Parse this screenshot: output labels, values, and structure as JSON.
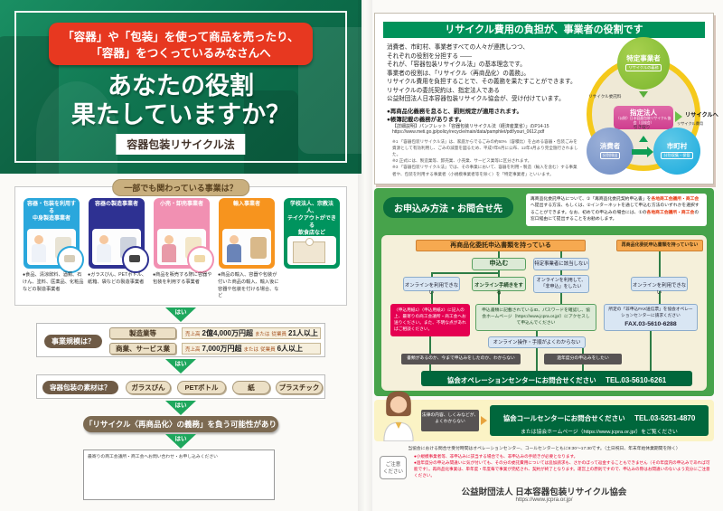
{
  "colors": {
    "hero_green": "#0d6e4b",
    "badge_red": "#e73820",
    "arrow_green": "#1ea75d",
    "panel_green": "#47a34b",
    "header_green": "#00925a",
    "deep_green": "#00673c",
    "crimson": "#e50051",
    "flow_orange": "#f6a950",
    "caution_red": "#e6002d",
    "card_colors": [
      "#2aa7dc",
      "#2e3192",
      "#f190b2",
      "#f7941e",
      "#00945e"
    ]
  },
  "left": {
    "yes_label": "はい",
    "hero": {
      "badge_line1": "「容器」や「包装」を使って商品を売ったり、",
      "badge_line2": "「容器」をつくっているみなさんへ",
      "title": "あなたの役割\n果たしていますか？",
      "law_label": "容器包装リサイクル法"
    },
    "business": {
      "title": "一部でも関わっている事業は？",
      "cards": [
        {
          "title": "容器・包装を利用する\n中身製造事業者",
          "desc": "●食品、清涼飲料、酒類、石けん、塗料、医薬品、化粧品などの製造事業者"
        },
        {
          "title": "容器の製造事業者",
          "desc": "●ガラスびん、PETボトル、紙箱、袋などの製造事業者"
        },
        {
          "title": "小売・卸売事業者",
          "desc": "●商品を販売する際に容器や包装を利用する事業者"
        },
        {
          "title": "輸入事業者",
          "desc": "●商品の輸入、容器や包装が付いた商品の輸入、輸入後に容器や包装を付ける場合、など"
        },
        {
          "title": "学校法人、宗教法人、\nテイクアウトができる\n飲食店など",
          "desc": ""
        }
      ]
    },
    "scale": {
      "label": "事業規模は？",
      "rows": [
        {
          "category": "製造業等",
          "sales_label": "売上高",
          "sales": "2億4,000万円超",
          "or_label": "または",
          "emp_label": "従業員",
          "employees": "21人以上"
        },
        {
          "category": "商業、サービス業",
          "sales_label": "売上高",
          "sales": "7,000万円超",
          "or_label": "または",
          "emp_label": "従業員",
          "employees": "6人以上"
        }
      ]
    },
    "material": {
      "label": "容器包装の素材は？",
      "items": [
        "ガラスびん",
        "PETボトル",
        "紙",
        "プラスチック"
      ]
    },
    "obligation": "「リサイクル〈再商品化〉の義務」を負う可能性があります",
    "contact_note": "最寄りの商工会議所・商工会へお問い合わせ・お申し込みください"
  },
  "right": {
    "role": {
      "header": "リサイクル費用の負担が、事業者の役割です",
      "body": "消費者、市町村、事業者すべての人々が連携しつつ、\nそれぞれの役割を分担する ――\nそれが、「容器包装リサイクル法」の基本理念です。\n事業者の役割は、「リサイクル〈再商品化〉の義務」。\nリサイクル費用を負担することで、その義務を果たすことができます。\nリサイクルの委託契約は、指定法人である\n公益財団法人日本容器包装リサイクル協会が、受け付けています。",
      "bullet1": "●再商品化義務を怠ると、罰則規定が適用されます。",
      "bullet2": "●帳簿記載の義務があります。",
      "ref1": "【詳細説明】パンフレット「容器包装リサイクル法（経済産業省）」のP14-15",
      "ref2": "https://www.meti.go.jp/policy/recycle/main/data/pamphlet/pdf/youri_0612.pdf",
      "notes": "※1 「容器包装リサイクル法」は、家庭からでるごみの約60%（容積比）を占める容器・包装ごみを資源として有効利用し、ごみの減量を図るため、平成7年6月に公布、12年4月より完全施行されました。\n※2 正式には、製造業等、卸売業、小売業、サービス業等に区分されます。\n※3 「容器包装リサイクル法」では、その事業において、容器を利用・製造〈輸入を含む〉する事業者や、包装を利用する事業者〈小規模事業者等を除く〉を「特定事業者」といいます。"
    },
    "diagram": {
      "specified_business": "特定事業者",
      "specified_sub": "リサイクルの義務",
      "designated_org": "指定法人",
      "designated_sub": "（公財）日本容器包装リサイクル協会（当協会）",
      "consumer": "消費者",
      "consumer_sub": "分別排出",
      "municipality": "市町村",
      "municipality_sub": "分別収集・保管",
      "commission_fee": "リサイクル委託料",
      "to_recycle": "リサイクルへ",
      "recycle_cost": "リサイクル費用",
      "pickup": "引き取り"
    },
    "apply": {
      "header": "お申込み方法・お問合せ先",
      "intro_s1": "再商品化委託申込について、①「再商品化委託契約申込書」を",
      "intro_s2": "各地商工会議所・商工会",
      "intro_s3": "へ提出する方法、もしくは、②インターネットを通じて申込む方法のいずれかを選択することができます。なお、初めての申込みの場合には、①の",
      "intro_s4": "各地商工会議所・商工会",
      "intro_s5": "の窓口経由にて提出することをお勧めします。",
      "have_docs": "再商品化委託申込書類を持っている",
      "no_docs": "再商品化委託申込書類を持っていない",
      "apply_box": "申込む",
      "not_applicable": "特定事業者に該当しない",
      "no_online_left": "オンラインを利用できない",
      "do_online": "オンライン手続きをする",
      "decline_online": "オンラインを利用して、「非申込」をしたい",
      "no_online_right": "オンラインを利用できない",
      "paper_box": "〈申込用紙1〉〈申込用紙2〉に記入の上、最寄りの商工会議所・商工会へお送りください。また、不明な点があればご相談ください。",
      "id_box": "申込書類に記載されているID、パスワードを確認し、協会ホームページ（https://www.jcpra.or.jp/）にアクセスして申込んでください",
      "fax_box": "所定の「非申込FAX送信票」を協会オペレーションセンターに請求ください",
      "fax_number": "FAX.03-5610-6288",
      "online_confused": "オンライン操作・手順がよくわからない",
      "unsure": "書類があるのか、今まで申込みをしたのか、わからない",
      "past_years": "過年度分の申込みをしたい",
      "operation_center": "協会オペレーションセンターにお問合せください",
      "operation_tel": "TEL.03-5610-6261"
    },
    "callcenter": {
      "confused": "法律の内容、しくみなどが、よくわからない",
      "line1": "協会コールセンターにお問合せください",
      "tel": "TEL.03-5251-4870",
      "line2": "または協会ホームページ（https://www.jcpra.or.jp/）をご覧ください",
      "hours": "当協会における問合せ受付時間はオペレーションセンター、コールセンターともに9:30～17:30です。（土日祝日、年末年始休業期間を除く）"
    },
    "caution": {
      "label": "ご注意\nください",
      "item1": "●小規模事業者等、非申込みに該当する場合でも、非申込みの手続きが必要となります。",
      "item2": "●過年度分の申込み間違いに気が付いても、その分の委託費用については追加請求も、さかのぼって返金することもできません（その年度内の申込みであれば可能です）。再商品化事業は、単年度・年度毎で事業が完結され、契約が終了となります。運営上の原則ですので、申込みの際はお間違いのないよう充分にご注意ください。"
    },
    "footer": {
      "org": "公益財団法人 日本容器包装リサイクル協会",
      "url": "https://www.jcpra.or.jp/"
    }
  }
}
